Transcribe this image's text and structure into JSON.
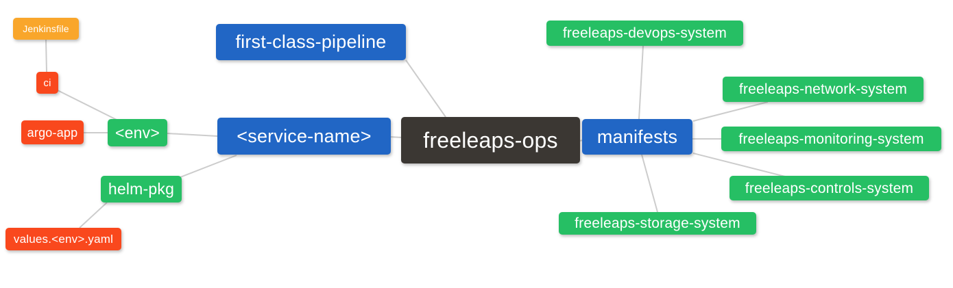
{
  "diagram": {
    "type": "mindmap",
    "root_label": "freeleaps-ops",
    "palette": {
      "root_bg": "#3b3733",
      "blue_bg": "#2166c5",
      "green_bg": "#26bf64",
      "red_bg": "#f9481d",
      "orange_bg": "#f9a62b",
      "text": "#ffffff",
      "edge": "#cccccc",
      "background": "#ffffff"
    },
    "nodes": [
      {
        "id": "jenkinsfile",
        "label": "Jenkinsfile",
        "color": "orange_bg"
      },
      {
        "id": "ci",
        "label": "ci",
        "color": "red_bg"
      },
      {
        "id": "argo-app",
        "label": "argo-app",
        "color": "red_bg"
      },
      {
        "id": "env",
        "label": "<env>",
        "color": "green_bg"
      },
      {
        "id": "helm-pkg",
        "label": "helm-pkg",
        "color": "green_bg"
      },
      {
        "id": "values-env-yaml",
        "label": "values.<env>.yaml",
        "color": "red_bg"
      },
      {
        "id": "first-class-pipeline",
        "label": "first-class-pipeline",
        "color": "blue_bg"
      },
      {
        "id": "service-name",
        "label": "<service-name>",
        "color": "blue_bg"
      },
      {
        "id": "freeleaps-ops",
        "label": "freeleaps-ops",
        "color": "root_bg"
      },
      {
        "id": "manifests",
        "label": "manifests",
        "color": "blue_bg"
      },
      {
        "id": "freeleaps-devops-system",
        "label": "freeleaps-devops-system",
        "color": "green_bg"
      },
      {
        "id": "freeleaps-network-system",
        "label": "freeleaps-network-system",
        "color": "green_bg"
      },
      {
        "id": "freeleaps-monitoring-system",
        "label": "freeleaps-monitoring-system",
        "color": "green_bg"
      },
      {
        "id": "freeleaps-controls-system",
        "label": "freeleaps-controls-system",
        "color": "green_bg"
      },
      {
        "id": "freeleaps-storage-system",
        "label": "freeleaps-storage-system",
        "color": "green_bg"
      }
    ],
    "edges": [
      {
        "from": "jenkinsfile",
        "to": "ci"
      },
      {
        "from": "ci",
        "to": "env"
      },
      {
        "from": "argo-app",
        "to": "env"
      },
      {
        "from": "env",
        "to": "service-name"
      },
      {
        "from": "helm-pkg",
        "to": "service-name"
      },
      {
        "from": "values-env-yaml",
        "to": "helm-pkg"
      },
      {
        "from": "first-class-pipeline",
        "to": "freeleaps-ops"
      },
      {
        "from": "service-name",
        "to": "freeleaps-ops"
      },
      {
        "from": "freeleaps-ops",
        "to": "manifests"
      },
      {
        "from": "manifests",
        "to": "freeleaps-devops-system"
      },
      {
        "from": "manifests",
        "to": "freeleaps-network-system"
      },
      {
        "from": "manifests",
        "to": "freeleaps-monitoring-system"
      },
      {
        "from": "manifests",
        "to": "freeleaps-controls-system"
      },
      {
        "from": "manifests",
        "to": "freeleaps-storage-system"
      }
    ]
  }
}
